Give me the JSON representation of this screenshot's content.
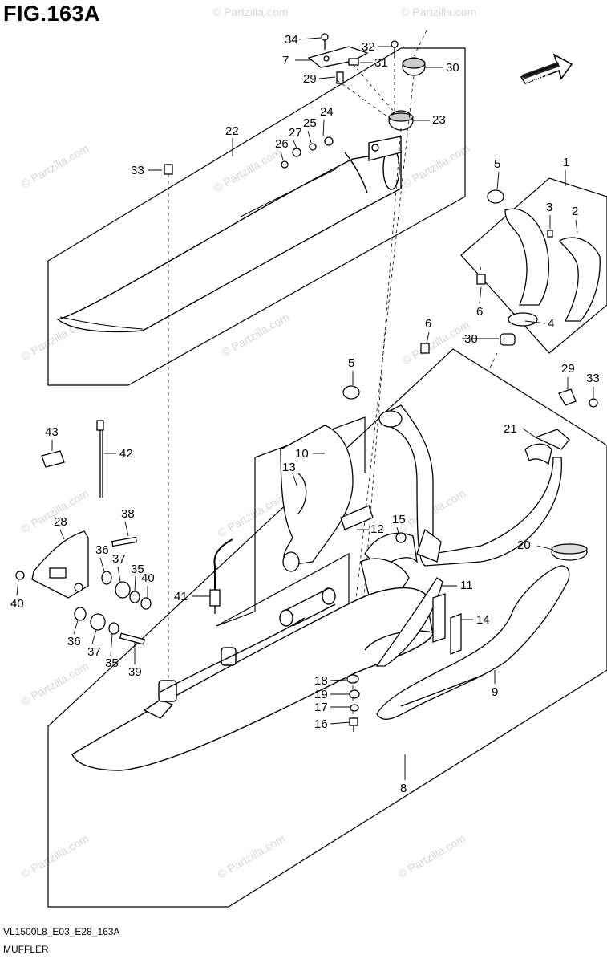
{
  "figure": {
    "title": "FIG.163A",
    "fwd_label": "FWD",
    "footer_code": "VL1500L8_E03_E28_163A",
    "footer_name": "MUFFLER"
  },
  "watermark": "© Partzilla.com",
  "callouts": {
    "c1": "1",
    "c2": "2",
    "c3": "3",
    "c4": "4",
    "c5a": "5",
    "c5b": "5",
    "c6a": "6",
    "c6b": "6",
    "c7": "7",
    "c8": "8",
    "c9": "9",
    "c10": "10",
    "c11": "11",
    "c12": "12",
    "c13": "13",
    "c14": "14",
    "c15": "15",
    "c16": "16",
    "c17": "17",
    "c18": "18",
    "c19": "19",
    "c20": "20",
    "c21": "21",
    "c22": "22",
    "c23": "23",
    "c24": "24",
    "c25": "25",
    "c26": "26",
    "c27": "27",
    "c28": "28",
    "c29a": "29",
    "c29b": "29",
    "c30a": "30",
    "c30b": "30",
    "c31": "31",
    "c32": "32",
    "c33a": "33",
    "c33b": "33",
    "c34": "34",
    "c35a": "35",
    "c35b": "35",
    "c36a": "36",
    "c36b": "36",
    "c37a": "37",
    "c37b": "37",
    "c38": "38",
    "c39": "39",
    "c40a": "40",
    "c40b": "40",
    "c41": "41",
    "c42": "42",
    "c43": "43"
  },
  "colors": {
    "line": "#000000",
    "watermark": "#d6d6d6",
    "background": "#ffffff"
  }
}
